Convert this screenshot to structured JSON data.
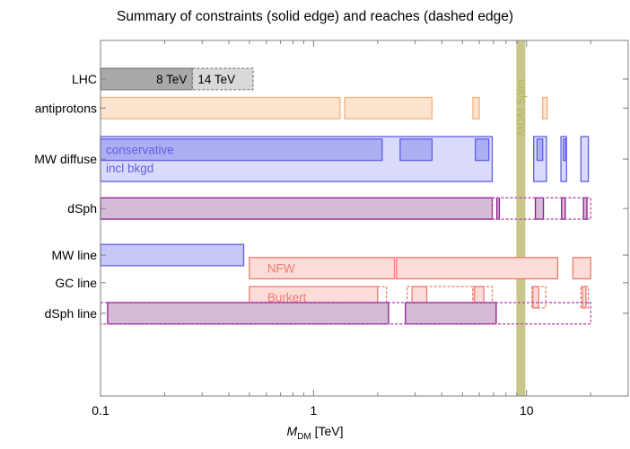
{
  "chart_data": {
    "type": "bar",
    "title": "Summary of constraints (solid edge) and reaches (dashed edge)",
    "xlabel": {
      "symbol": "M",
      "subscript": "DM",
      "unit": "[TeV]"
    },
    "xscale": "log",
    "xlim": [
      0.1,
      30
    ],
    "xticks": [
      {
        "value": 0.1,
        "label": "0.1"
      },
      {
        "value": 1,
        "label": "1"
      },
      {
        "value": 10,
        "label": "10"
      }
    ],
    "rows": [
      {
        "label": "LHC",
        "slot": 0
      },
      {
        "label": "antiprotons",
        "slot": 1
      },
      {
        "label": "MW diffuse",
        "slot": 2.75
      },
      {
        "label": "dSph",
        "slot": 4.45
      },
      {
        "label": "MW line",
        "slot": 6.05
      },
      {
        "label": "GC line",
        "slot": 7.0
      },
      {
        "label": "dSph line",
        "slot": 8.05
      }
    ],
    "vband": {
      "label": "MDM 5plet",
      "value": 9.4,
      "color": "#b6b663"
    },
    "bars": [
      {
        "row": "LHC",
        "slot": 0,
        "height": 0.95,
        "style": "solid",
        "color": "#808080",
        "fill": "#a9a9a9",
        "fill_opacity": 1,
        "segments": [
          [
            0.1,
            0.27
          ]
        ],
        "text": "8 TeV"
      },
      {
        "row": "LHC",
        "slot": 0,
        "height": 0.95,
        "style": "dashed",
        "color": "#808080",
        "fill": "#d9d9d9",
        "fill_opacity": 1,
        "segments": [
          [
            0.27,
            0.52
          ]
        ],
        "text": "14 TeV"
      },
      {
        "row": "antiprotons",
        "slot": 1,
        "height": 0.95,
        "style": "solid",
        "color": "#f5b27e",
        "fill": "#fce4cf",
        "fill_opacity": 1,
        "segments": [
          [
            0.1,
            1.33
          ],
          [
            1.4,
            3.6
          ],
          [
            5.6,
            6.0
          ],
          [
            11.9,
            12.5
          ]
        ]
      },
      {
        "row": "MW diffuse",
        "slot": 2.75,
        "height": 2.0,
        "style": "solid",
        "color": "#5f5fe6",
        "fill": "#dadafa",
        "fill_opacity": 1,
        "segments": [
          [
            0.1,
            6.9
          ],
          [
            10.8,
            12.4
          ],
          [
            14.5,
            15.4
          ],
          [
            18.0,
            19.5
          ]
        ],
        "text": "incl bkgd"
      },
      {
        "row": "MW diffuse",
        "slot": 2.43,
        "height": 0.95,
        "style": "solid",
        "color": "#5f5fe6",
        "fill": "#aeaef2",
        "fill_opacity": 1,
        "segments": [
          [
            0.1,
            2.1
          ],
          [
            2.55,
            3.6
          ],
          [
            5.75,
            6.65
          ],
          [
            11.2,
            11.9
          ],
          [
            14.9,
            15.3
          ]
        ],
        "text": "conservative"
      },
      {
        "row": "dSph",
        "slot": 4.45,
        "height": 0.95,
        "style": "solid",
        "color": "#8b1a8b",
        "fill": "#d6bbd6",
        "fill_opacity": 1,
        "segments": [
          [
            0.1,
            6.9
          ],
          [
            7.25,
            7.45
          ],
          [
            11.0,
            12.0
          ],
          [
            14.6,
            15.2
          ],
          [
            18.5,
            19.2
          ]
        ]
      },
      {
        "row": "dSph",
        "slot": 4.45,
        "height": 0.95,
        "style": "dashed",
        "color": "#b44bb4",
        "fill": "none",
        "fill_opacity": 0,
        "segments": [
          [
            6.9,
            20.0
          ]
        ]
      },
      {
        "row": "MW line",
        "slot": 6.05,
        "height": 0.95,
        "style": "solid",
        "color": "#5f5fe6",
        "fill": "#c8c8f6",
        "fill_opacity": 1,
        "segments": [
          [
            0.1,
            0.47
          ]
        ]
      },
      {
        "row": "GC line",
        "slot": 6.5,
        "height": 0.95,
        "style": "solid",
        "color": "#f07b6f",
        "fill": "#fbdcd8",
        "fill_opacity": 1,
        "segments": [
          [
            0.5,
            2.4
          ],
          [
            2.45,
            14.0
          ],
          [
            16.5,
            20.0
          ]
        ],
        "text": "NFW"
      },
      {
        "row": "GC line",
        "slot": 7.5,
        "height": 0.95,
        "style": "solid",
        "color": "#f07b6f",
        "fill": "#fbdcd8",
        "fill_opacity": 1,
        "segments": [
          [
            0.5,
            2.0
          ],
          [
            2.9,
            3.4
          ],
          [
            5.7,
            6.3
          ],
          [
            10.7,
            11.4
          ],
          [
            18.3,
            19.0
          ]
        ],
        "text": "Burkert"
      },
      {
        "row": "GC line",
        "slot": 7.5,
        "height": 0.95,
        "style": "dashed",
        "color": "#f07b6f",
        "fill": "none",
        "fill_opacity": 0,
        "segments": [
          [
            2.0,
            2.2
          ],
          [
            2.75,
            5.6
          ],
          [
            5.6,
            6.9
          ],
          [
            10.6,
            12.3
          ],
          [
            18.0,
            19.5
          ]
        ]
      },
      {
        "row": "dSph line",
        "slot": 8.05,
        "height": 0.95,
        "style": "solid",
        "color": "#8b1a8b",
        "fill": "#d6bbd6",
        "fill_opacity": 1,
        "segments": [
          [
            0.108,
            2.25
          ],
          [
            2.7,
            7.2
          ]
        ]
      },
      {
        "row": "dSph line",
        "slot": 8.05,
        "height": 0.95,
        "style": "dashed",
        "color": "#b44bb4",
        "fill": "none",
        "fill_opacity": 0,
        "segments": [
          [
            0.1,
            20.0
          ]
        ]
      }
    ]
  }
}
